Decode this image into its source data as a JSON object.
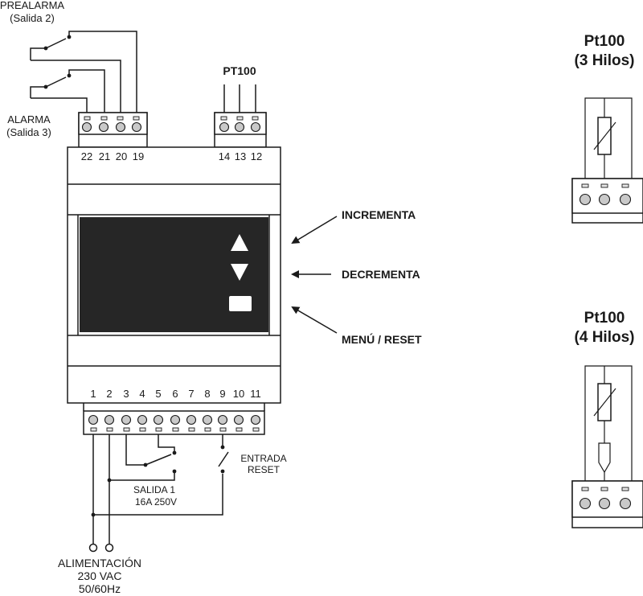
{
  "outputs": {
    "prealarm_line1": "PREALARMA",
    "prealarm_line2": "(Salida 2)",
    "alarm_line1": "ALARMA",
    "alarm_line2": "(Salida 3)"
  },
  "sensor_block": {
    "label": "PT100",
    "terminals": [
      "14",
      "13",
      "12"
    ]
  },
  "top_terminals": [
    "22",
    "21",
    "20",
    "19"
  ],
  "bottom_terminals": [
    "1",
    "2",
    "3",
    "4",
    "5",
    "6",
    "7",
    "8",
    "9",
    "10",
    "11"
  ],
  "keys": {
    "increment": "INCREMENTA",
    "decrement": "DECREMENTA",
    "menu_reset": "MENÚ / RESET"
  },
  "bottom_labels": {
    "reset_input_line1": "ENTRADA",
    "reset_input_line2": "RESET",
    "output1_line1": "SALIDA  1",
    "output1_line2": "16A  250V",
    "power_line1": "ALIMENTACIÓN",
    "power_line2": "230 VAC",
    "power_line3": "50/60Hz"
  },
  "pt100_3wire": {
    "line1": "Pt100",
    "line2": "(3 Hilos)"
  },
  "pt100_4wire": {
    "line1": "Pt100",
    "line2": "(4 Hilos)"
  }
}
